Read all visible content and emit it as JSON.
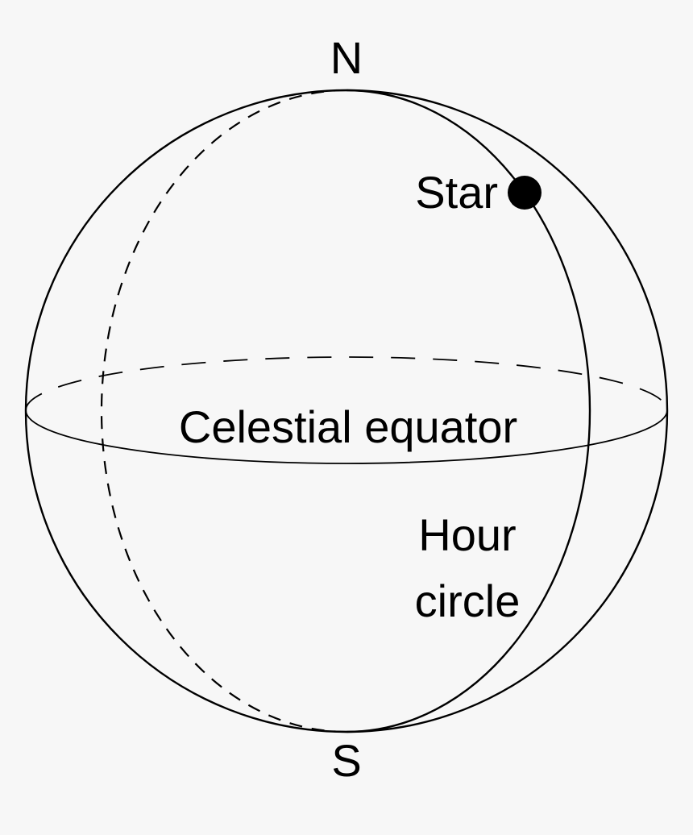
{
  "diagram": {
    "title": "Celestial sphere with hour circle",
    "background_color": "#f7f7f7",
    "stroke_color": "#000000",
    "labels": {
      "north": "N",
      "south": "S",
      "star": "Star",
      "equator": "Celestial equator",
      "hour_circle_line1": "Hour",
      "hour_circle_line2": "circle"
    },
    "elements": [
      {
        "name": "celestial-sphere",
        "shape": "circle",
        "style": "solid"
      },
      {
        "name": "celestial-equator-front",
        "shape": "half-ellipse",
        "style": "solid"
      },
      {
        "name": "celestial-equator-back",
        "shape": "half-ellipse",
        "style": "dashed"
      },
      {
        "name": "hour-circle-front",
        "shape": "half-ellipse",
        "style": "solid"
      },
      {
        "name": "hour-circle-back",
        "shape": "half-ellipse",
        "style": "dashed"
      },
      {
        "name": "star-marker",
        "shape": "dot",
        "style": "filled"
      }
    ]
  }
}
